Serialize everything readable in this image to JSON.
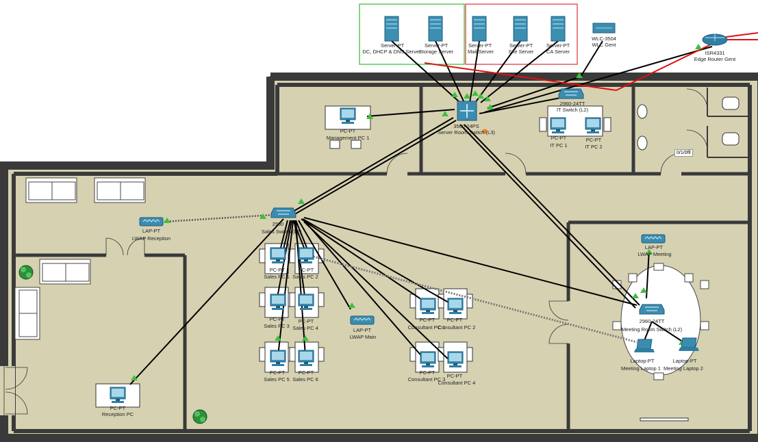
{
  "servers": [
    {
      "type": "Server-PT",
      "name": "DC, DHCP & DNS Server"
    },
    {
      "type": "Server-PT",
      "name": "Storage Server"
    },
    {
      "type": "Server-PT",
      "name": "Mail Server"
    },
    {
      "type": "Server-PT",
      "name": "Site Server"
    },
    {
      "type": "Server-PT",
      "name": "CA Server"
    }
  ],
  "wlc": {
    "type": "WLC-3504",
    "name": "WLC Gent"
  },
  "router": {
    "type": "ISR4331",
    "name": "Edge Router Gent"
  },
  "switches": {
    "server_room": {
      "type": "3560-24PS",
      "name": "Server Room Switch (L3)"
    },
    "it": {
      "type": "2960-24TT",
      "name": "IT Switch (L2)"
    },
    "sales": {
      "type": "2960",
      "name": "Sales Switch (L2)"
    },
    "meeting": {
      "type": "2960-24TT",
      "name": "Meeting Room Switch (L2)"
    }
  },
  "access_points": [
    {
      "type": "LAP-PT",
      "name": "LWAP Reception"
    },
    {
      "type": "LAP-PT",
      "name": "LWAP Main"
    },
    {
      "type": "LAP-PT",
      "name": "LWAP Meeting"
    }
  ],
  "pcs": {
    "management": {
      "type": "PC-PT",
      "name": "Management PC 1"
    },
    "it1": {
      "type": "PC-PT",
      "name": "IT PC 1"
    },
    "it2": {
      "type": "PC-PT",
      "name": "IT PC 2"
    },
    "reception": {
      "type": "PC-PT",
      "name": "Reception PC"
    },
    "sales1": {
      "type": "PC-PT",
      "name": "Sales PC 1"
    },
    "sales2": {
      "type": "PC-PT",
      "name": "Sales PC 2"
    },
    "sales3": {
      "type": "PC-PT",
      "name": "Sales PC 3"
    },
    "sales4": {
      "type": "PC-PT",
      "name": "Sales PC 4"
    },
    "sales5": {
      "type": "PC-PT",
      "name": "Sales PC 5"
    },
    "sales6": {
      "type": "PC-PT",
      "name": "Sales PC 6"
    },
    "cons1": {
      "type": "PC-PT",
      "name": "Consultant PC 1"
    },
    "cons2": {
      "type": "PC-PT",
      "name": "Consultant PC 2"
    },
    "cons3": {
      "type": "PC-PT",
      "name": "Consultant PC 3"
    },
    "cons4": {
      "type": "PC-PT",
      "name": "Consultant PC 4"
    }
  },
  "laptops": [
    {
      "type": "Laptop-PT",
      "name": "Meeting Laptop 1"
    },
    {
      "type": "Laptop-PT",
      "name": "Meeting Laptop 2"
    }
  ],
  "interface_label": "0/1/0fll",
  "colors": {
    "floor": "#d6d1b1",
    "wall": "#3a3a3a",
    "cable": "#000000",
    "wan": "#e01010",
    "link_up": "#3fbf3f",
    "link_warn": "#f08020",
    "server_zone": "#33bb33",
    "secure_zone": "#dd3333",
    "device_blue": "#2f7fa5"
  }
}
